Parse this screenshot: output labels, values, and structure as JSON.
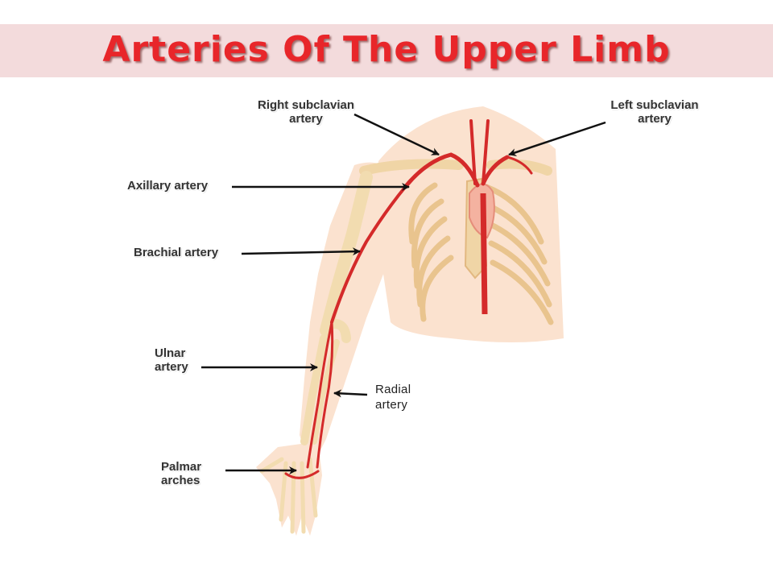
{
  "title": "Arteries Of The Upper Limb",
  "colors": {
    "title": "#e8262a",
    "title_band": "#f3dbdc",
    "artery": "#d42a2a",
    "bone": "#f2dcb0",
    "skin": "#fbe4d2"
  },
  "labels": {
    "right_subclavian": {
      "line1": "Right subclavian",
      "line2": "artery"
    },
    "left_subclavian": {
      "line1": "Left subclavian",
      "line2": "artery"
    },
    "axillary": {
      "line1": "Axillary artery"
    },
    "brachial": {
      "line1": "Brachial artery"
    },
    "ulnar": {
      "line1": "Ulnar",
      "line2": "artery"
    },
    "radial": {
      "line1": "Radial",
      "line2": "artery"
    },
    "palmar": {
      "line1": "Palmar",
      "line2": "arches"
    }
  }
}
